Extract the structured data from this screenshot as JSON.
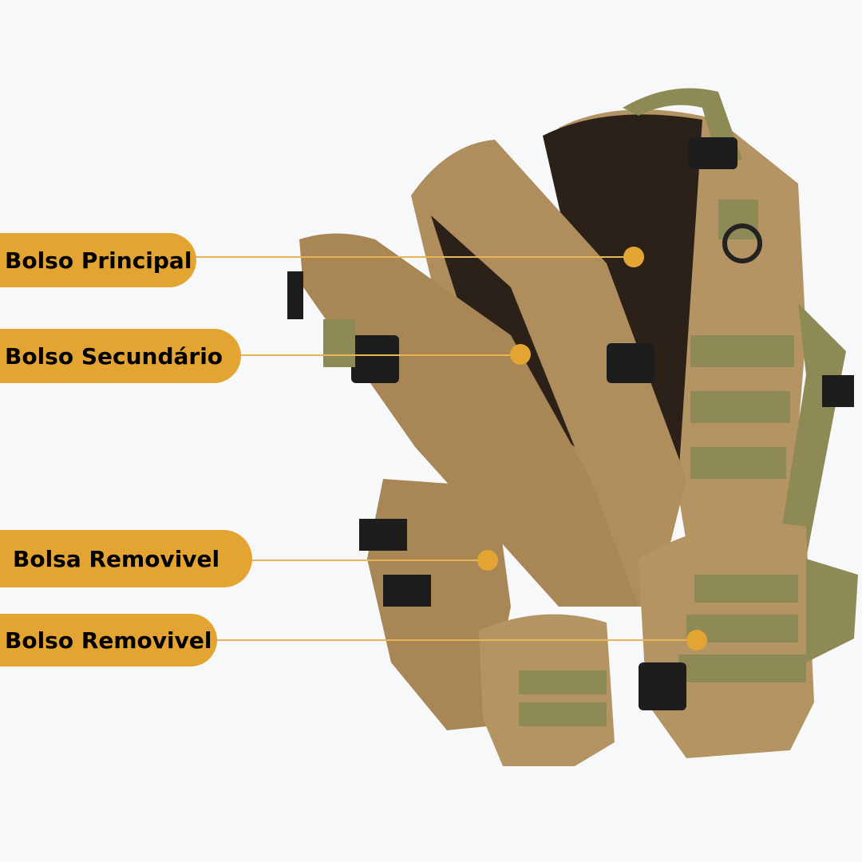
{
  "callouts": [
    {
      "label": "Bolso Principal"
    },
    {
      "label": "Bolso Secundário"
    },
    {
      "label": "Bolsa Removivel"
    },
    {
      "label": "Bolso Removivel"
    }
  ],
  "colors": {
    "accent": "#e3a431",
    "background": "#f7f8fa",
    "fabric": "#b08d5c",
    "webbing": "#8e8a55"
  }
}
